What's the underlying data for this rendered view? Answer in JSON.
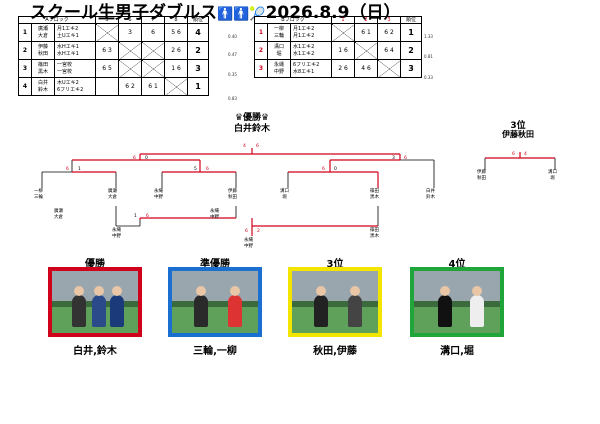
{
  "title": "スクール生男子ダブルス",
  "date": "2026.8.9（日）",
  "groupA": {
    "label": "Aブロック",
    "cols": [
      "5",
      "6",
      "7",
      "8"
    ],
    "rank_label": "順位",
    "rows": [
      {
        "no": "1",
        "names": [
          "廣瀬",
          "大倉"
        ],
        "school": [
          "月1エキ2",
          "土Uエキ1"
        ],
        "cells": [
          "",
          "3",
          "6",
          "5 6"
        ],
        "rank": "4",
        "side": "0.40"
      },
      {
        "no": "2",
        "names": [
          "伊藤",
          "秋田"
        ],
        "school": [
          "水Hエキ1",
          "水Hエキ1"
        ],
        "cells": [
          "6 3",
          "",
          "",
          "2 6"
        ],
        "rank": "2",
        "side": "0.47"
      },
      {
        "no": "3",
        "names": [
          "篠田",
          "黒木"
        ],
        "school": [
          "一宮校",
          "一宮校"
        ],
        "cells": [
          "6 5",
          "",
          "",
          "1 6"
        ],
        "rank": "3",
        "side": "0.35"
      },
      {
        "no": "4",
        "names": [
          "白井",
          "鈴木"
        ],
        "school": [
          "木Uエキ2",
          "6フリエキ2"
        ],
        "cells": [
          "",
          "6 2",
          "6 1",
          ""
        ],
        "rank": "1",
        "side": "0.83"
      }
    ]
  },
  "groupB": {
    "label": "Bブロック",
    "cols": [
      "1",
      "2",
      "3"
    ],
    "rank_label": "順位",
    "rows": [
      {
        "no": "1",
        "names": [
          "一柳",
          "三輪"
        ],
        "school": [
          "月1エキ2",
          "月1エキ2"
        ],
        "cells": [
          "",
          "6 1",
          "6 2"
        ],
        "rank": "1",
        "side": "1.33"
      },
      {
        "no": "2",
        "names": [
          "溝口",
          "堀"
        ],
        "school": [
          "水1エキ2",
          "水1エキ2"
        ],
        "cells": [
          "1 6",
          "",
          "6 4"
        ],
        "rank": "2",
        "side": "0.81"
      },
      {
        "no": "3",
        "names": [
          "永縄",
          "中野"
        ],
        "school": [
          "6フリエキ2",
          "水8エキ1"
        ],
        "cells": [
          "2 6",
          "4 6",
          ""
        ],
        "rank": "3",
        "side": "0.33"
      }
    ]
  },
  "champion": {
    "label": "優勝",
    "names": "白井鈴木"
  },
  "third": {
    "label": "3位",
    "names": "伊藤秋田"
  },
  "bracket": {
    "final_scores": [
      "4",
      "6"
    ],
    "semi_left": [
      "6",
      "0"
    ],
    "semi_right": [
      "3",
      "6"
    ],
    "q1": [
      "6",
      "1"
    ],
    "q2": [
      "5",
      "6"
    ],
    "q3": [
      "6",
      "0"
    ],
    "third_score": [
      "6",
      "4"
    ],
    "consol1": [
      "1",
      "6"
    ],
    "consol2": [
      "6",
      "2"
    ],
    "players": [
      {
        "a": "一柳",
        "b": "三輪"
      },
      {
        "a": "廣瀬",
        "b": "大倉"
      },
      {
        "a": "永縄",
        "b": "中野"
      },
      {
        "a": "伊藤",
        "b": "秋田"
      },
      {
        "a": "溝口",
        "b": "堀"
      },
      {
        "a": "篠田",
        "b": "黒木"
      },
      {
        "a": "白井",
        "b": "鈴木"
      }
    ],
    "third_players": [
      {
        "a": "伊藤",
        "b": "秋田"
      },
      {
        "a": "溝口",
        "b": "堀"
      }
    ],
    "consol_players": [
      {
        "a": "廣瀬",
        "b": "大倉"
      },
      {
        "a": "永縄",
        "b": "中野"
      },
      {
        "a": "永縄",
        "b": "中野"
      },
      {
        "a": "永縄",
        "b": "中野"
      },
      {
        "a": "篠田",
        "b": "黒木"
      }
    ]
  },
  "photos": [
    {
      "label": "優勝",
      "caption": "白井,鈴木",
      "color": "#d0021b"
    },
    {
      "label": "準優勝",
      "caption": "三輪,一柳",
      "color": "#1a6fd1"
    },
    {
      "label": "3位",
      "caption": "秋田,伊藤",
      "color": "#f2e600"
    },
    {
      "label": "4位",
      "caption": "溝口,堀",
      "color": "#1fa53a"
    }
  ]
}
